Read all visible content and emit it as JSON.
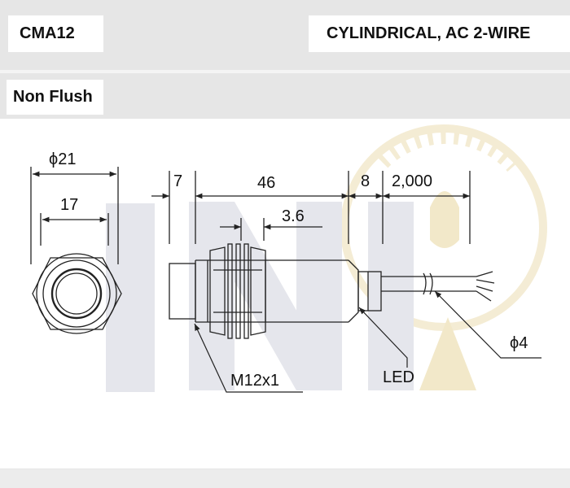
{
  "header": {
    "model": "CMA12",
    "type": "CYLINDRICAL, AC 2-WIRE"
  },
  "mounting": "Non Flush",
  "dimensions": {
    "front_outer_diameter": "ϕ21",
    "front_inner_width": "17",
    "front_length": "7",
    "body_length": "46",
    "nut_width": "3.6",
    "tail_length": "8",
    "cable_length": "2,000",
    "cable_diameter": "ϕ4",
    "thread": "M12x1",
    "led": "LED"
  },
  "colors": {
    "line": "#222222",
    "watermark": "#c9ccd6",
    "watermark_accent": "#f1e6c4"
  }
}
